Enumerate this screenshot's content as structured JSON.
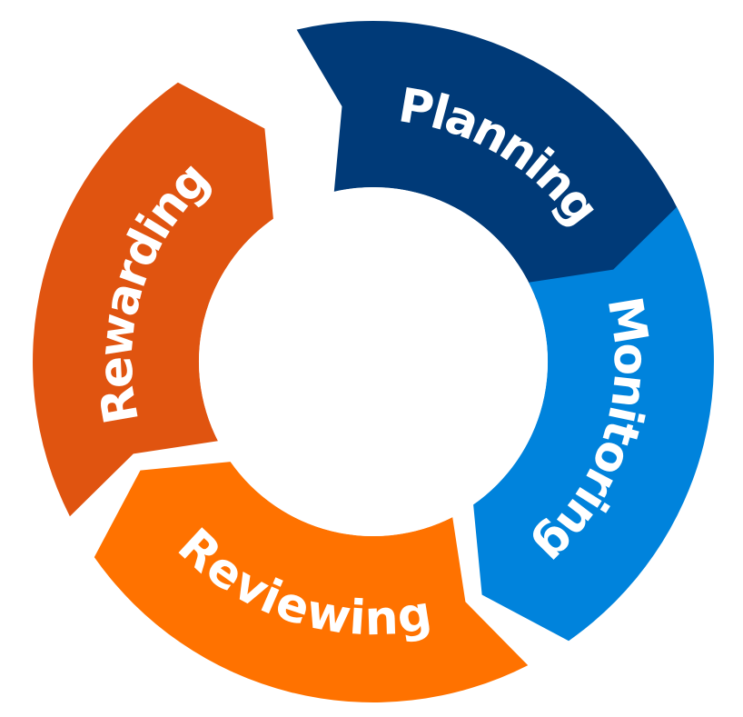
{
  "diagram": {
    "segments": [
      {
        "id": "planning",
        "label": "Planning",
        "color": "#003a78"
      },
      {
        "id": "monitoring",
        "label": "Monitoring",
        "color": "#0083dc"
      },
      {
        "id": "reviewing",
        "label": "Reviewing",
        "color": "#ff7200"
      },
      {
        "id": "rewarding",
        "label": "Rewarding",
        "color": "#e05410"
      }
    ]
  }
}
